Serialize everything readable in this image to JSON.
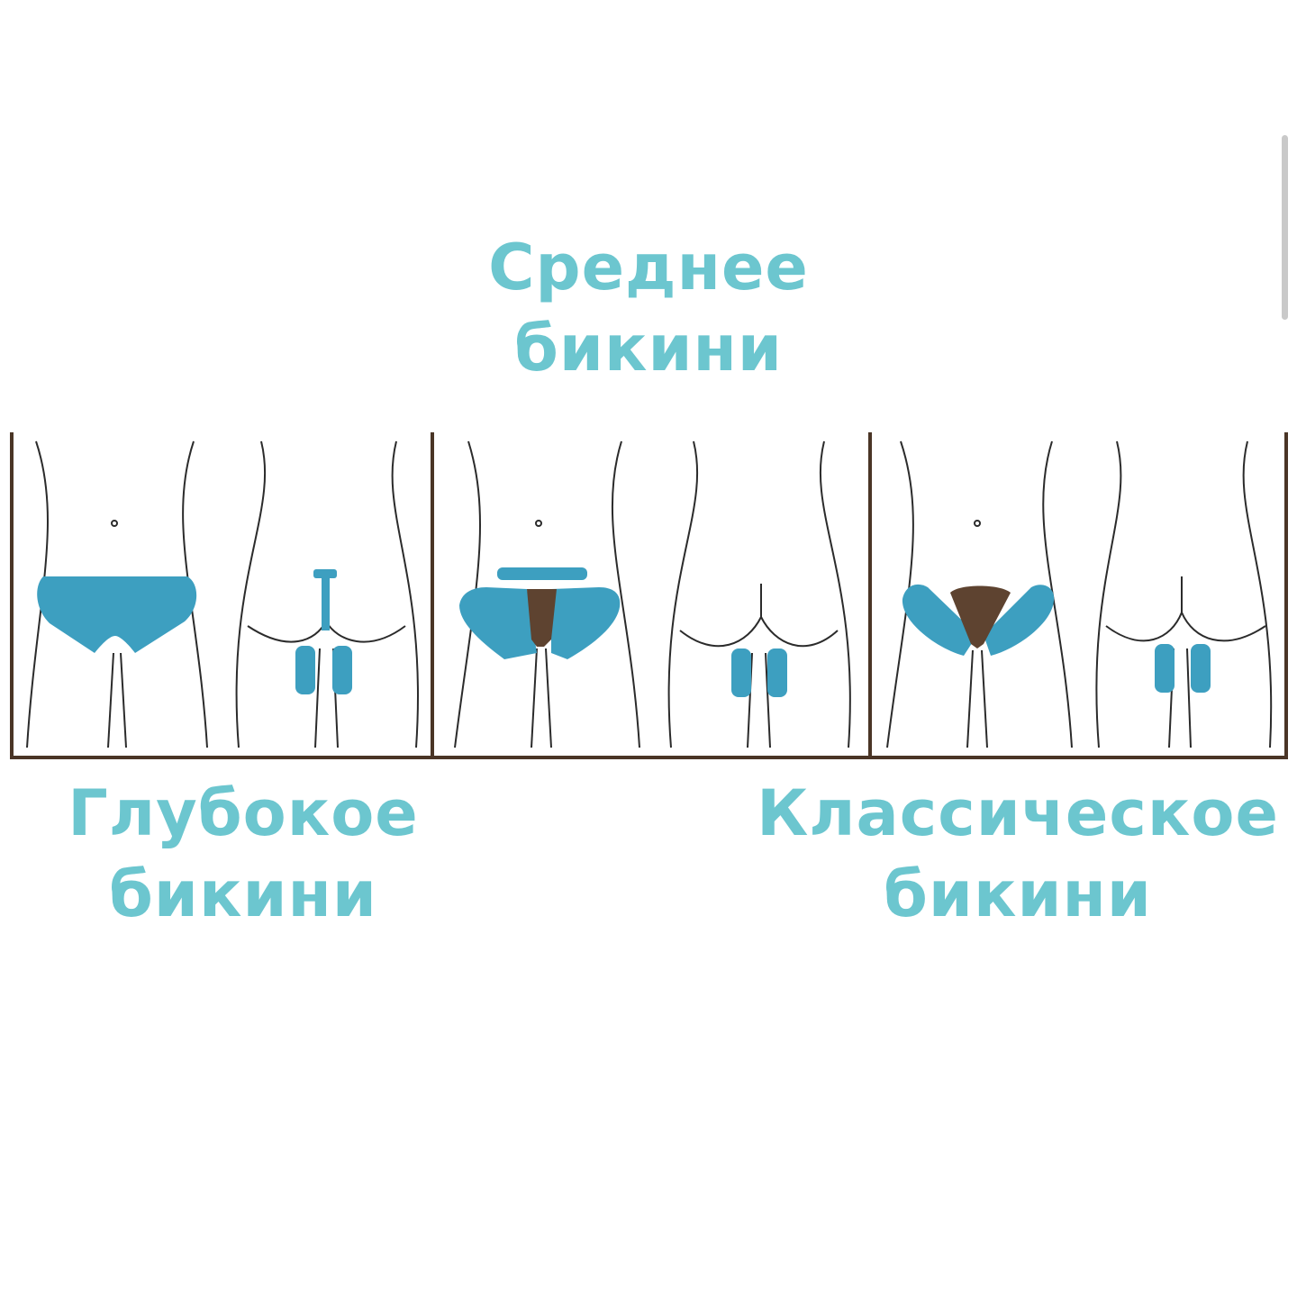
{
  "labels": {
    "middle": {
      "line1": "Среднее",
      "line2": "бикини"
    },
    "deep": {
      "line1": "Глубокое",
      "line2": "бикини"
    },
    "classic": {
      "line1": "Классическое",
      "line2": "бикини"
    }
  },
  "colors": {
    "label_text": "#6cc6cf",
    "removal_zone": "#3d9fc0",
    "kept_hair": "#5e4330",
    "frame_border": "#4a3526",
    "body_outline": "#2b2b2b"
  },
  "panels": [
    {
      "id": "deep",
      "front_zone": "full",
      "back_zone": "strip-and-pads",
      "kept_hair": "none"
    },
    {
      "id": "middle",
      "front_zone": "sides-and-top-strip",
      "back_zone": "pads",
      "kept_hair": "narrow-strip"
    },
    {
      "id": "classic",
      "front_zone": "sides",
      "back_zone": "pads",
      "kept_hair": "triangle"
    }
  ]
}
